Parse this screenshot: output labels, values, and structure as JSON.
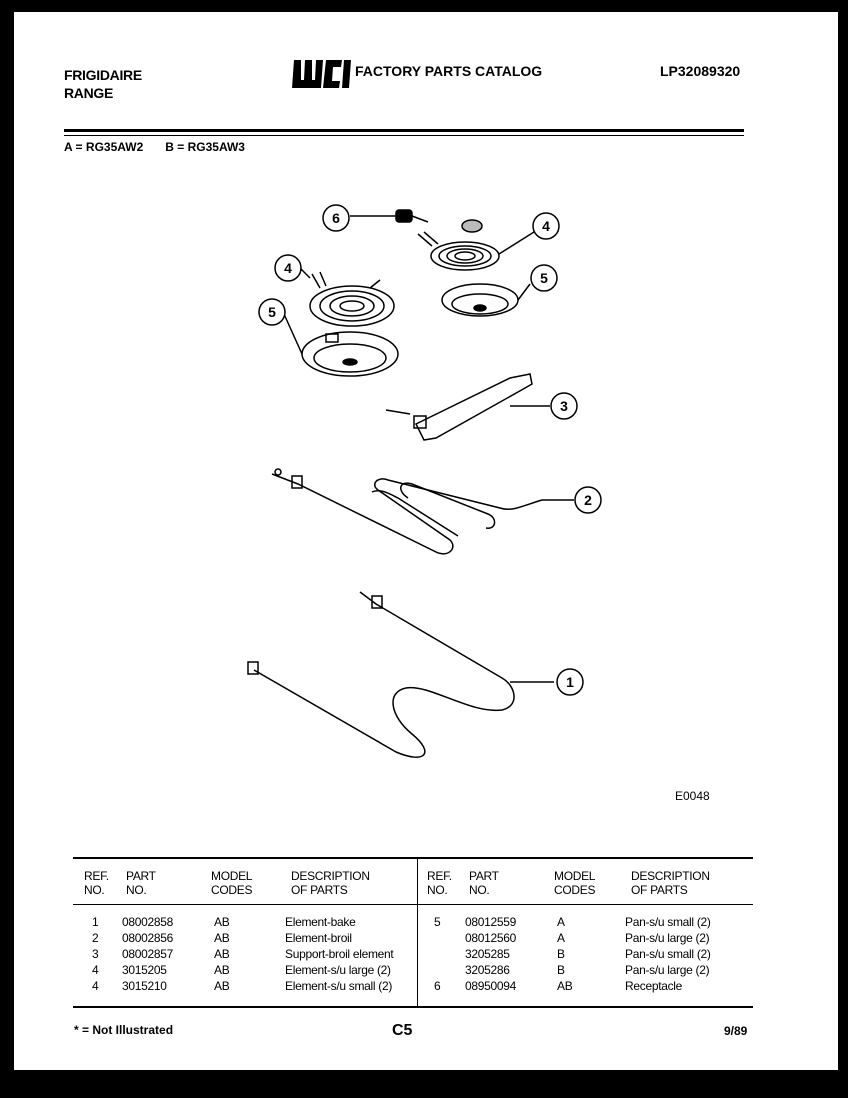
{
  "header": {
    "brand_line1": "FRIGIDAIRE",
    "brand_line2": "RANGE",
    "logo_text": "WCI",
    "catalog_title": "FACTORY PARTS CATALOG",
    "catalog_number": "LP32089320"
  },
  "models": [
    "A = RG35AW2",
    "B = RG35AW3"
  ],
  "diagram": {
    "callouts": [
      "1",
      "2",
      "3",
      "4",
      "4",
      "5",
      "5",
      "6"
    ],
    "code": "E0048"
  },
  "table": {
    "headers": {
      "ref": [
        "REF.",
        "NO."
      ],
      "part": [
        "PART",
        "NO."
      ],
      "model": [
        "MODEL",
        "CODES"
      ],
      "desc": [
        "DESCRIPTION",
        "OF PARTS"
      ]
    },
    "left": {
      "ref": [
        "1",
        "2",
        "3",
        "4",
        "4"
      ],
      "part": [
        "08002858",
        "08002856",
        "08002857",
        "3015205",
        "3015210"
      ],
      "model": [
        "AB",
        "AB",
        "AB",
        "AB",
        "AB"
      ],
      "desc": [
        "Element-bake",
        "Element-broil",
        "Support-broil element",
        "Element-s/u large (2)",
        "Element-s/u small (2)"
      ]
    },
    "right": {
      "ref": [
        "5",
        "",
        "",
        "",
        "6"
      ],
      "part": [
        "08012559",
        "08012560",
        "3205285",
        "3205286",
        "08950094"
      ],
      "model": [
        "A",
        "A",
        "B",
        "B",
        "AB"
      ],
      "desc": [
        "Pan-s/u small (2)",
        "Pan-s/u large (2)",
        "Pan-s/u small (2)",
        "Pan-s/u large (2)",
        "Receptacle"
      ]
    }
  },
  "footer": {
    "note": "* = Not Illustrated",
    "page": "C5",
    "date": "9/89"
  }
}
